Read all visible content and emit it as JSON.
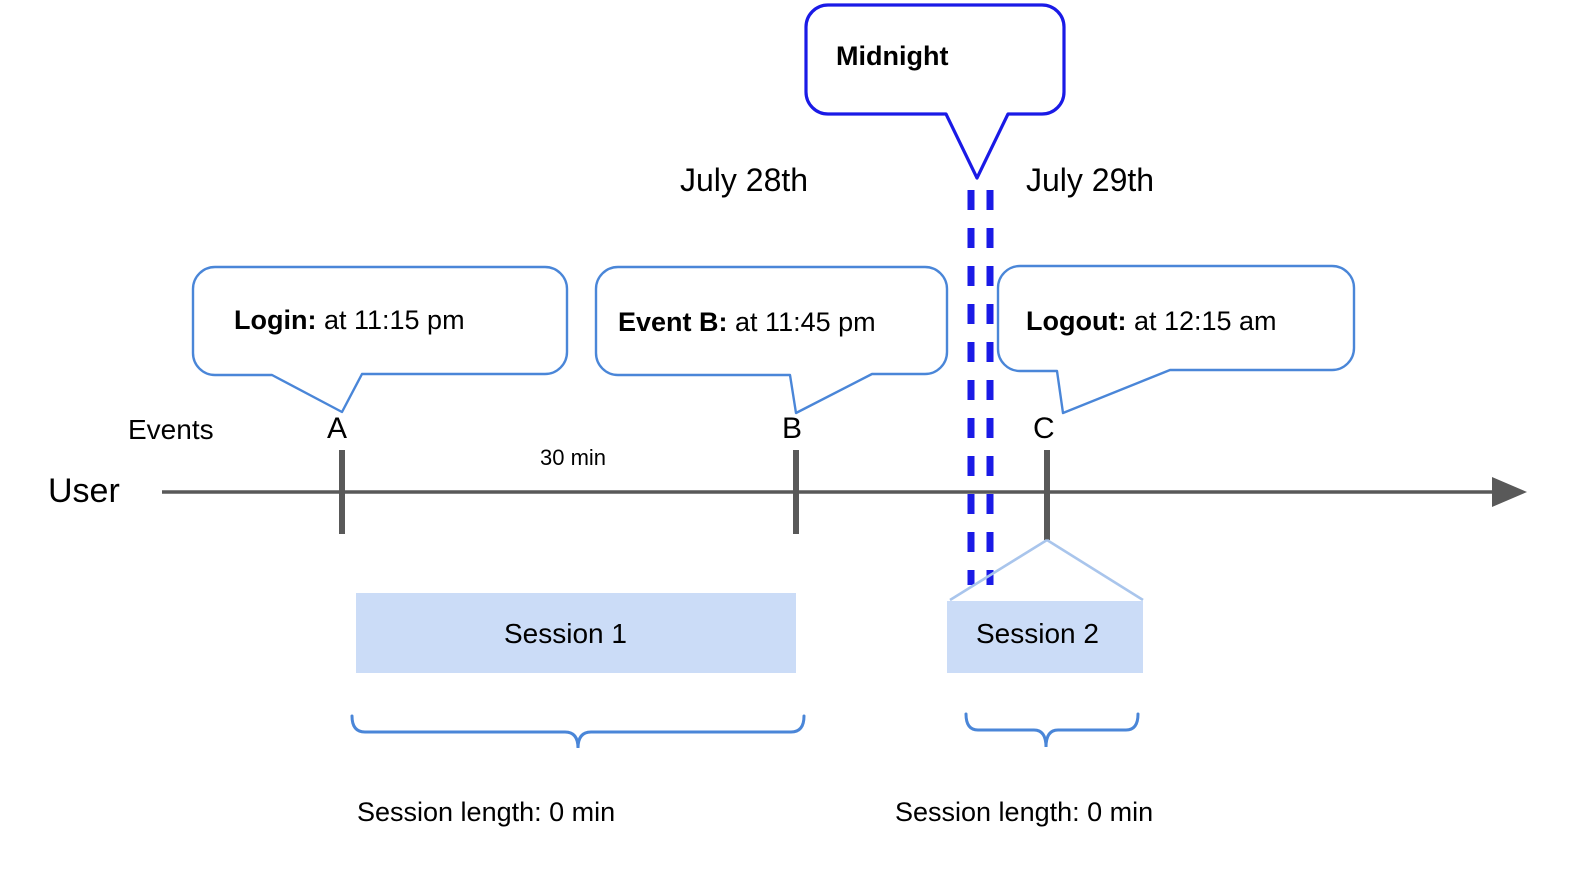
{
  "diagram": {
    "title_callout": {
      "label": "Midnight"
    },
    "dates": [
      {
        "label": "July 28th"
      },
      {
        "label": "July 29th"
      }
    ],
    "event_callouts": [
      {
        "bold": "Login:",
        "rest": " at 11:15 pm"
      },
      {
        "bold": "Event B:",
        "rest": " at 11:45 pm"
      },
      {
        "bold": "Logout:",
        "rest": " at 12:15 am"
      }
    ],
    "row_labels": {
      "events": "Events",
      "user": "User"
    },
    "event_markers": [
      {
        "label": "A"
      },
      {
        "label": "B"
      },
      {
        "label": "C"
      }
    ],
    "gap_label": "30 min",
    "sessions": [
      {
        "label": "Session 1",
        "length_label": "Session length: 0 min"
      },
      {
        "label": "Session 2",
        "length_label": "Session length: 0 min"
      }
    ],
    "colors": {
      "midnight_blue": "#1a1ae6",
      "callout_blue": "#4a86d8",
      "session_fill": "#cbdcf7",
      "session_leader": "#a9c5ec",
      "axis_gray": "#595959",
      "brace_blue": "#4a86d8"
    }
  }
}
